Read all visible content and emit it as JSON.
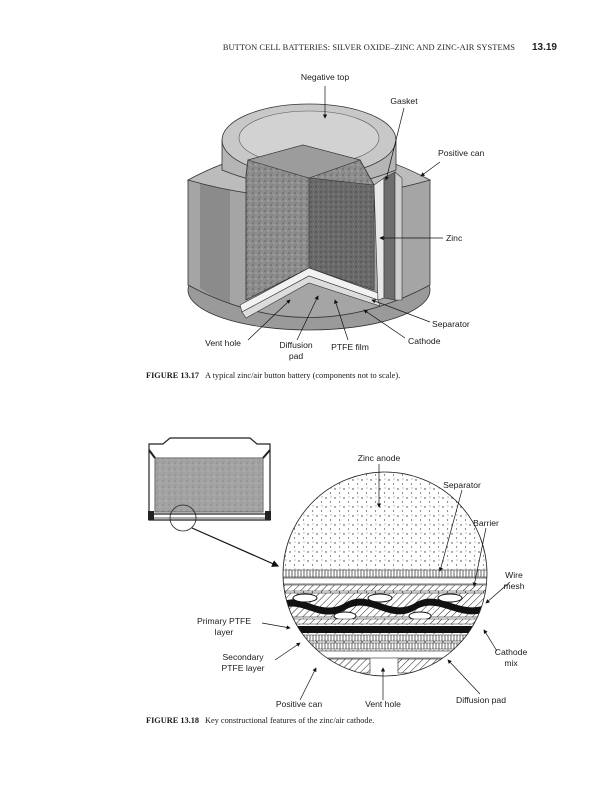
{
  "running_head": {
    "title": "BUTTON CELL BATTERIES: SILVER OXIDE–ZINC AND ZINC-AIR SYSTEMS",
    "page": "13.19"
  },
  "figure_17": {
    "number": "FIGURE 13.17",
    "caption": "A typical zinc/air button battery (components not to scale).",
    "labels": {
      "negative_top": "Negative top",
      "gasket": "Gasket",
      "positive_can": "Positive can",
      "zinc": "Zinc",
      "separator": "Separator",
      "cathode": "Cathode",
      "vent_hole": "Vent hole",
      "diffusion_pad_1": "Diffusion",
      "diffusion_pad_2": "pad",
      "ptfe_film": "PTFE film"
    }
  },
  "figure_18": {
    "number": "FIGURE 13.18",
    "caption": "Key constructional features of the zinc/air cathode.",
    "labels": {
      "zinc_anode": "Zinc anode",
      "separator": "Separator",
      "barrier": "Barrier",
      "wire_mesh_1": "Wire",
      "wire_mesh_2": "mesh",
      "primary_ptfe_1": "Primary PTFE",
      "primary_ptfe_2": "layer",
      "cathode_mix_1": "Cathode",
      "cathode_mix_2": "mix",
      "secondary_ptfe_1": "Secondary",
      "secondary_ptfe_2": "PTFE layer",
      "positive_can": "Positive can",
      "vent_hole": "Vent hole",
      "diffusion_pad": "Diffusion pad"
    }
  }
}
